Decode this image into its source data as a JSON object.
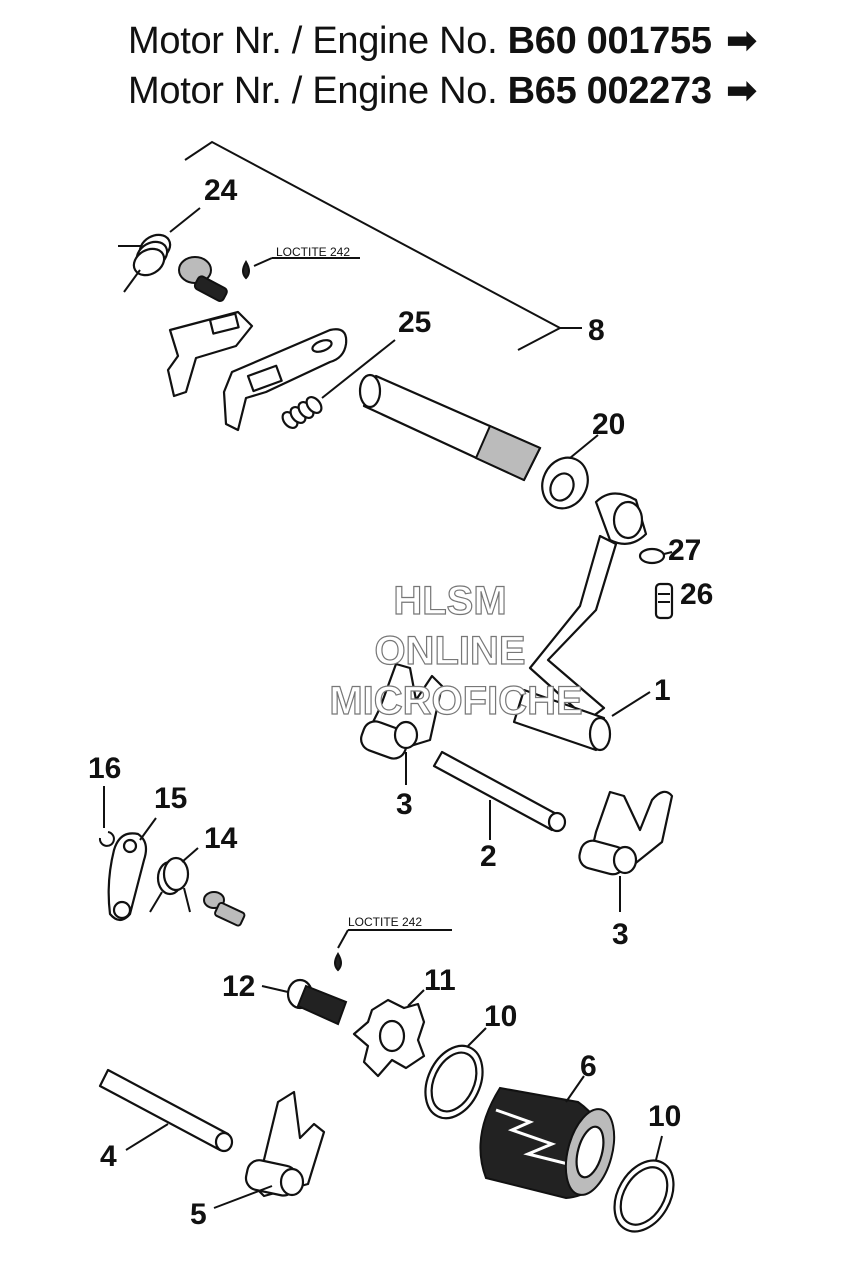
{
  "header": {
    "line1_prefix": "Motor Nr. / Engine No. ",
    "line1_number": "B60 001755",
    "line2_prefix": "Motor Nr. / Engine No. ",
    "line2_number": "B65 002273",
    "arrow": "➡"
  },
  "watermark": {
    "line1": "HLSM",
    "line2": "ONLINE",
    "line3": "MICROFICHE"
  },
  "notes": {
    "loctite_top": "LOCTITE 242",
    "loctite_bottom": "LOCTITE 242"
  },
  "callouts": {
    "c24": "24",
    "c8": "8",
    "c25": "25",
    "c20": "20",
    "c27": "27",
    "c26": "26",
    "c1": "1",
    "c3a": "3",
    "c2": "2",
    "c3b": "3",
    "c16": "16",
    "c15": "15",
    "c14": "14",
    "c12": "12",
    "c11": "11",
    "c10a": "10",
    "c6": "6",
    "c10b": "10",
    "c4": "4",
    "c5": "5"
  }
}
